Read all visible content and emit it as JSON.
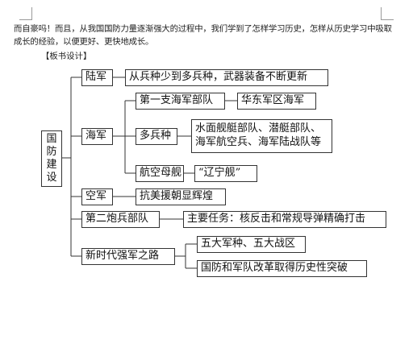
{
  "intro_text": "而自豪吗！而且，从我国国防力量逐渐强大的过程中，我们学到了怎样学习历史，怎样从历史学习中吸取成长的经验，以便更好、更快地成长。",
  "section_heading": "【板书设计】",
  "diagram": {
    "root": [
      "国",
      "防",
      "建",
      "设"
    ],
    "army": {
      "label": "陆军",
      "detail": "从兵种少到多兵种，武器装备不断更新"
    },
    "navy": {
      "label": "海军",
      "first_fleet": "第一支海军部队",
      "first_fleet_detail": "华东军区海军",
      "branches": "多兵种",
      "branches_detail_1": "水面舰艇部队、潜艇部队、",
      "branches_detail_2": "海军航空兵、海军陆战队等",
      "carrier": "航空母舰",
      "carrier_detail": "“辽宁舰”"
    },
    "air_force": {
      "label": "空军",
      "detail": "抗美援朝显辉煌"
    },
    "artillery": {
      "label": "第二炮兵部队",
      "detail": "主要任务：核反击和常规导弹精确打击"
    },
    "new_era": {
      "label": "新时代强军之路",
      "detail_1": "五大军种、五大战区",
      "detail_2": "国防和军队改革取得历史性突破"
    }
  }
}
